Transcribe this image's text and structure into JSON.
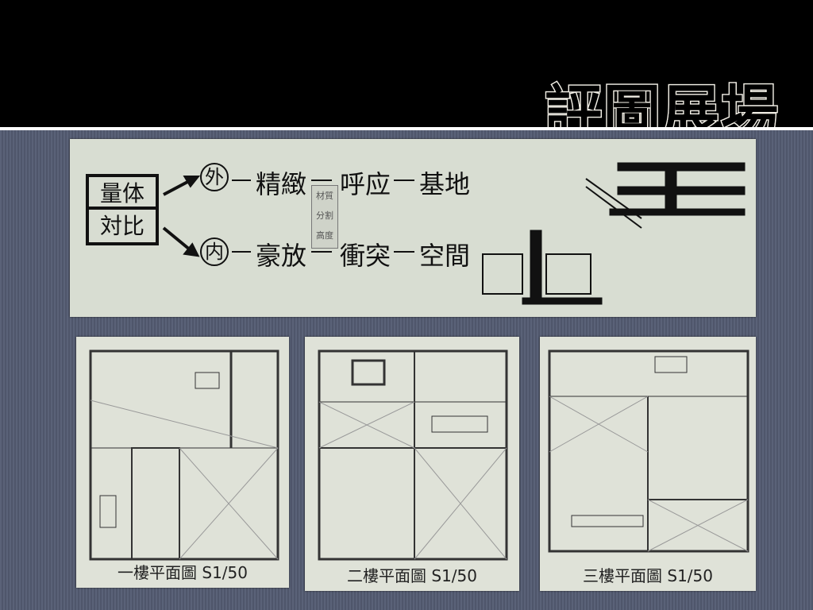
{
  "slide": {
    "title": "評圖展場"
  },
  "concept": {
    "box_top": "量体",
    "box_bottom": "対比",
    "outer_circle": "外",
    "inner_circle": "内",
    "row1": [
      "精緻",
      "呼应",
      "基地"
    ],
    "row2": [
      "豪放",
      "衝突",
      "空間"
    ],
    "note": [
      "材質",
      "分割",
      "高度"
    ]
  },
  "plans": [
    {
      "caption": "一樓平面圖 S1/50"
    },
    {
      "caption": "二樓平面圖 S1/50"
    },
    {
      "caption": "三樓平面圖 S1/50"
    }
  ]
}
